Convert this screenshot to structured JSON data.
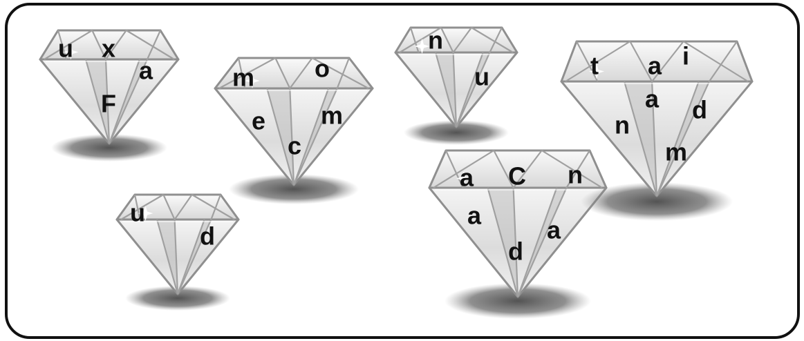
{
  "puzzle": {
    "gems": [
      {
        "id": "gem-1",
        "letters": [
          "u",
          "x",
          "a",
          "F"
        ]
      },
      {
        "id": "gem-2",
        "letters": [
          "m",
          "o",
          "e",
          "m",
          "c"
        ]
      },
      {
        "id": "gem-3",
        "letters": [
          "u",
          "d"
        ]
      },
      {
        "id": "gem-4",
        "letters": [
          "n",
          "u"
        ]
      },
      {
        "id": "gem-5",
        "letters": [
          "a",
          "C",
          "n",
          "a",
          "a",
          "d"
        ]
      },
      {
        "id": "gem-6",
        "letters": [
          "t",
          "a",
          "i",
          "a",
          "n",
          "d",
          "m"
        ]
      }
    ]
  },
  "colors": {
    "frame_stroke": "#111111",
    "gem_edge": "#8f8f8f",
    "gem_fill": "#e6e6e6",
    "shadow": "#555555",
    "letter": "#111111"
  }
}
